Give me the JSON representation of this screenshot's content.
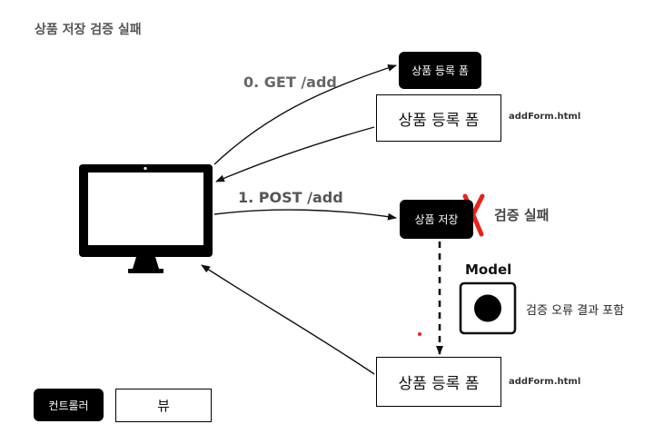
{
  "title": "상품 저장 검증 실패",
  "arrows": {
    "get": "0. GET /add",
    "post": "1. POST /add"
  },
  "controllers": {
    "form_top": "상품 등록 폼",
    "save": "상품 저장"
  },
  "views": {
    "form_top": "상품 등록 폼",
    "form_bottom": "상품 등록 폼"
  },
  "files": {
    "top": "addForm.html",
    "bottom": "addForm.html"
  },
  "validation_fail": "검증 실패",
  "model": {
    "title": "Model",
    "note": "검증 오류 결과 포함"
  },
  "legend": {
    "controller": "컨트롤러",
    "view": "뷰"
  },
  "colors": {
    "fail_x": "#e8221b",
    "controller_bg": "#000000",
    "dot": "#e8221b"
  }
}
